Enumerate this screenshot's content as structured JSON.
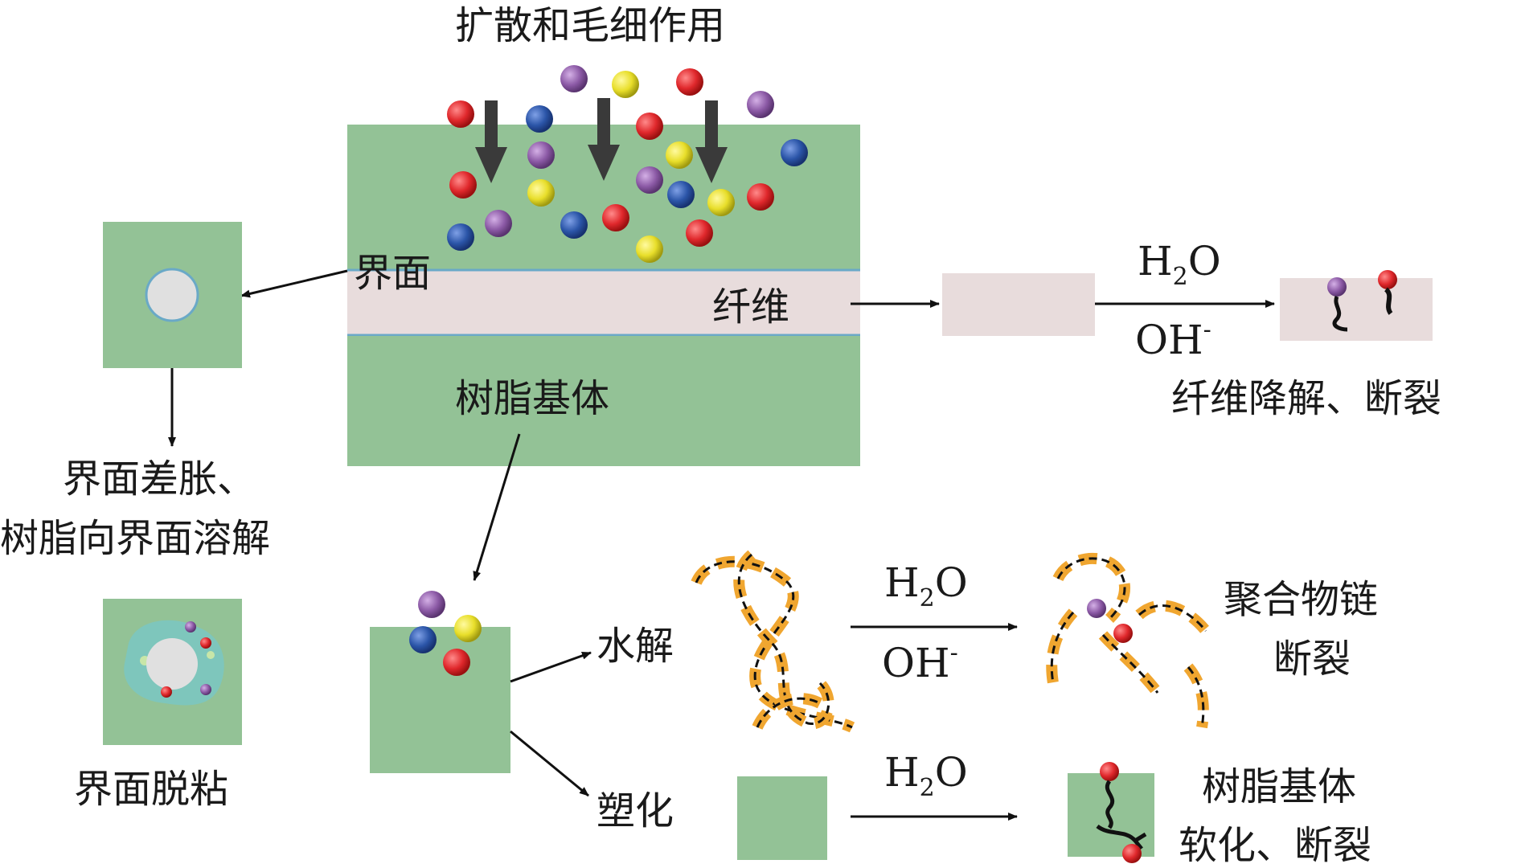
{
  "labels": {
    "diffusion": "扩散和毛细作用",
    "interface": "界面",
    "fiber": "纤维",
    "resin_matrix": "树脂基体",
    "fiber_degradation": "纤维降解、断裂",
    "interface_swelling_line1": "界面差胀、",
    "interface_swelling_line2": "树脂向界面溶解",
    "interface_debond": "界面脱粘",
    "hydrolysis": "水解",
    "polymer_break_line1": "聚合物链",
    "polymer_break_line2": "断裂",
    "plasticization": "塑化",
    "resin_soften_line1": "树脂基体",
    "resin_soften_line2": "软化、断裂"
  },
  "chem": {
    "fiber_reagent_top": "H",
    "fiber_reagent_top_sub": "2",
    "fiber_reagent_top_tail": "O",
    "fiber_reagent_bottom": "OH",
    "fiber_reagent_bottom_sup": "-",
    "hydro_reagent_top": "H",
    "hydro_reagent_top_sub": "2",
    "hydro_reagent_top_tail": "O",
    "hydro_reagent_bottom": "OH",
    "hydro_reagent_bottom_sup": "-",
    "plast_reagent_top": "H",
    "plast_reagent_top_sub": "2",
    "plast_reagent_top_tail": "O"
  },
  "colors": {
    "resin": "#93c296",
    "fiber": "#e8dcdc",
    "interface_line": "#6aa9c7",
    "arrow_fill": "#3a3a3a",
    "chain": "#f0a630",
    "ball_red": "#e0282c",
    "ball_blue": "#2b55a8",
    "ball_yellow": "#e8de2a",
    "ball_purple": "#8c5aa6"
  }
}
